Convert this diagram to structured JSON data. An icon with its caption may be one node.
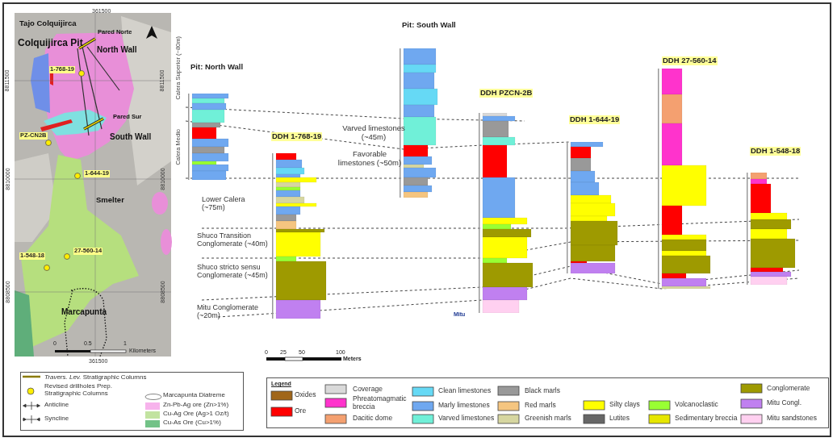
{
  "diagram": {
    "nodes": [
      {
        "text": [
          "Pit: North Wall"
        ]
      },
      {
        "text": [
          "DDH 1-768-19"
        ]
      },
      {
        "text": [
          "Pit: South Wall"
        ]
      },
      {
        "text": [
          "DDH PZCN-2B"
        ]
      },
      {
        "text": [
          "DDH 1-644-19"
        ]
      },
      {
        "text": [
          "DDH 27-560-14"
        ]
      },
      {
        "text": [
          "DDH 1-548-18"
        ]
      }
    ],
    "labels": [
      "361500",
      "Tajo Colquijirca",
      "Pared Norte",
      "Colquijirca Pit",
      "North Wall",
      "1-768-19",
      "8811500",
      "8811500",
      "Pared Sur",
      "South Wall",
      "PZ-CN2B",
      "1-644-19",
      "8810000",
      "8810000",
      "Smelter",
      "27-560-14",
      "1-548-18",
      "8808500",
      "8808500",
      "Marcapunta",
      "0",
      "0.5",
      "1",
      "Kilometers",
      "361500",
      "Calera Superior (~80m)",
      "Calera Medio",
      "Varved limestones (~45m)",
      "Favorable limestones (~50m)",
      "Lower Calera (~75m)",
      "Shuco Transition Conglomerate (~40m)",
      "Shuco stricto sensu Conglomerate (~45m)",
      "Mitu Conglomerate (~20m)",
      "Mitu",
      "0",
      "25",
      "50",
      "100",
      "Meters",
      "Legend"
    ],
    "legend": [
      {
        "text": "*Travers. Lev.* Stratigraphic Columns"
      },
      {
        "text": "Revised drillholes Prep. Stratigraphic Columns"
      },
      {
        "text": "Anticline"
      },
      {
        "text": "Syncline"
      },
      {
        "text": "Marcapunta Diatreme"
      },
      {
        "text": "Zn-Pb-Ag ore (Zn>1%)",
        "color": "#f7b3ec"
      },
      {
        "text": "Cu-Ag Ore (Ag>1 Oz/t)",
        "color": "#c2e3a0"
      },
      {
        "text": "Cu-As Ore (Cu>1%)",
        "color": "#72c287"
      },
      {
        "text": "Oxides",
        "color": "#a0661a"
      },
      {
        "text": "Ore",
        "color": "#ff0000"
      },
      {
        "text": "Coverage",
        "color": "#d9d9d9"
      },
      {
        "text": "Phreatomagmatic breccia",
        "color": "#ff33cc"
      },
      {
        "text": "Dacitic dome",
        "color": "#f4a070"
      },
      {
        "text": "Clean limestones",
        "color": "#66d9f5"
      },
      {
        "text": "Marly limestones",
        "color": "#6fa8f0"
      },
      {
        "text": "Varved limestones",
        "color": "#70f0d8"
      },
      {
        "text": "Black marls",
        "color": "#999999"
      },
      {
        "text": "Red marls",
        "color": "#f5c580"
      },
      {
        "text": "Greenish marls",
        "color": "#d6d6a0"
      },
      {
        "text": "Silty clays",
        "color": "#ffff00"
      },
      {
        "text": "Lutites",
        "color": "#666666"
      },
      {
        "text": "Volcanoclastic",
        "color": "#99ff33"
      },
      {
        "text": "Sedimentary breccia",
        "color": "#e6e600"
      },
      {
        "text": "Conglomerate",
        "color": "#9e9a00"
      },
      {
        "text": "Mitu Congl.",
        "color": "#c080f0"
      },
      {
        "text": "Mitu sandstones",
        "color": "#ffd0f0"
      }
    ]
  }
}
